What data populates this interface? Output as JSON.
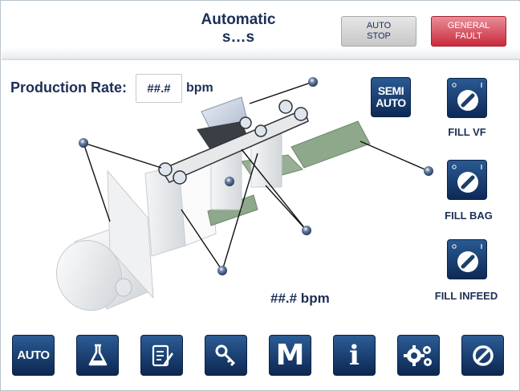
{
  "header": {
    "mode_line1": "Automatic",
    "mode_line2": "s…s",
    "auto_stop_line1": "AUTO",
    "auto_stop_line2": "STOP",
    "fault_line1": "GENERAL",
    "fault_line2": "FAULT"
  },
  "production": {
    "label": "Production Rate:",
    "value": "##.#",
    "unit": "bpm",
    "display": "##.# bpm"
  },
  "controls": {
    "semi_auto_line1": "SEMI",
    "semi_auto_line2": "AUTO",
    "fill_vf": "FILL VF",
    "fill_bag": "FILL BAG",
    "fill_infeed": "FILL INFEED"
  },
  "nav": {
    "auto_label": "AUTO",
    "manual_label": "M",
    "info_label": "i"
  },
  "colors": {
    "navy": "#1c2f57",
    "button_blue": "#0d2a57",
    "fault_red": "#c92a3c",
    "conveyor_green": "#8da88a"
  }
}
